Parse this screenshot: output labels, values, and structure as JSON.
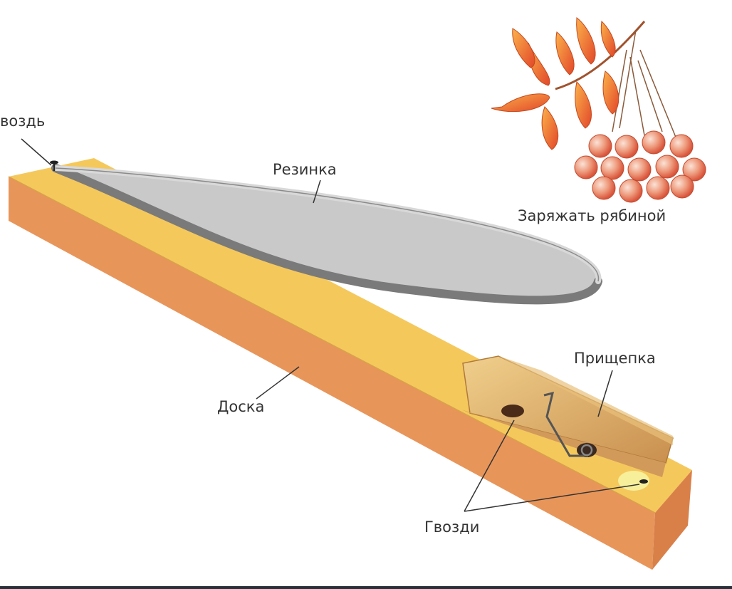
{
  "labels": {
    "nail": "воздь",
    "rubber_band": "Резинка",
    "load_with_rowan": "Заряжать рябиной",
    "clothespin": "Прищепка",
    "board": "Доска",
    "nails": "Гвозди"
  },
  "colors": {
    "board_top": "#f5c85c",
    "board_front": "#e8955a",
    "rubber_band": "#8a8a8a",
    "clothespin": "#e0b26a",
    "rowan_berry": "#e86a4e",
    "rowan_leaf": "#f08a3a",
    "label_text": "#333333"
  },
  "icons": {
    "nail": "nail-icon",
    "rowan": "rowan-branch-icon",
    "spring": "spring-icon"
  }
}
